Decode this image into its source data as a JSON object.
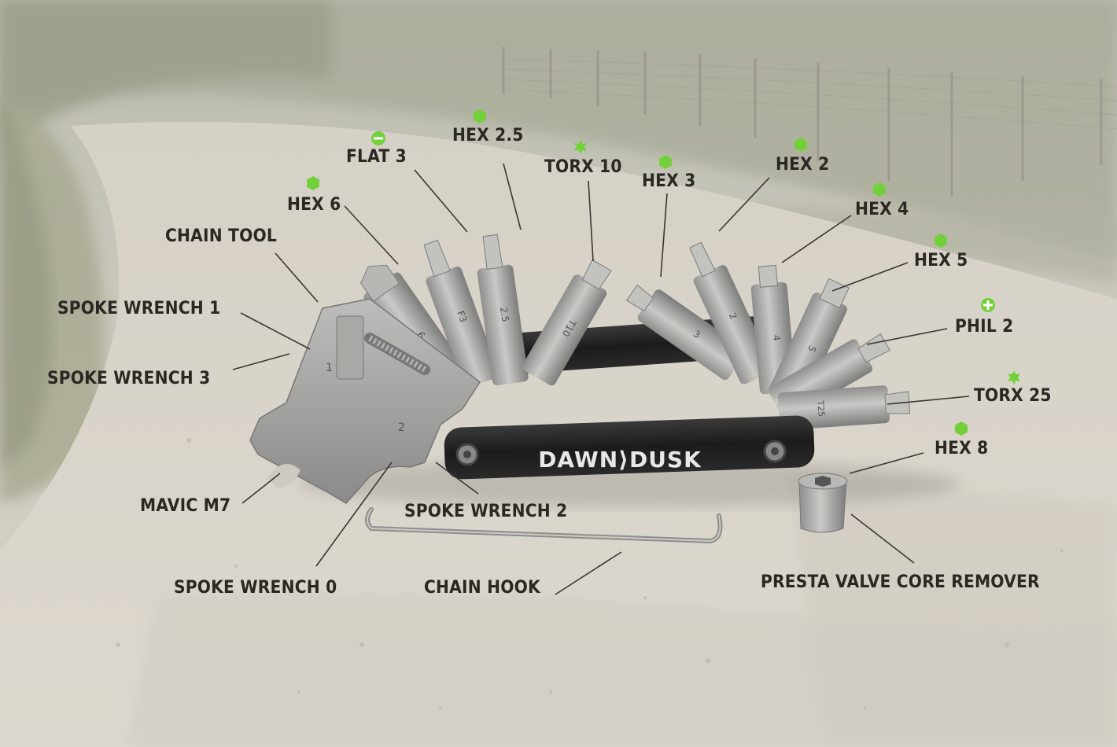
{
  "brand": {
    "name": "DAWN⟩DUSK",
    "accent": "#74d03a"
  },
  "labels": {
    "flat3": "FLAT 3",
    "hex25": "HEX 2.5",
    "torx10": "TORX 10",
    "hex3": "HEX 3",
    "hex2": "HEX 2",
    "hex4": "HEX 4",
    "hex5": "HEX 5",
    "phil2": "PHIL 2",
    "torx25": "TORX 25",
    "hex8": "HEX 8",
    "hex6": "HEX 6",
    "chain_tool": "CHAIN TOOL",
    "spoke_wrench_1": "SPOKE WRENCH 1",
    "spoke_wrench_3": "SPOKE WRENCH 3",
    "mavic_m7": "MAVIC M7",
    "spoke_wrench_2": "SPOKE WRENCH 2",
    "spoke_wrench_0": "SPOKE WRENCH 0",
    "chain_hook": "CHAIN HOOK",
    "presta": "PRESTA VALVE CORE REMOVER"
  },
  "bit_marks": {
    "hex6": "6",
    "flat3": "F3",
    "hex25": "2.5",
    "torx10": "T10",
    "hex3": "3",
    "hex2": "2",
    "hex4": "4",
    "hex5": "5",
    "torx25": "T25",
    "wrench1": "1",
    "wrench2": "2"
  },
  "icons": {
    "hex": "hexagon-icon",
    "flat": "minus-circle-icon",
    "torx": "star-icon",
    "phillips": "plus-circle-icon"
  }
}
